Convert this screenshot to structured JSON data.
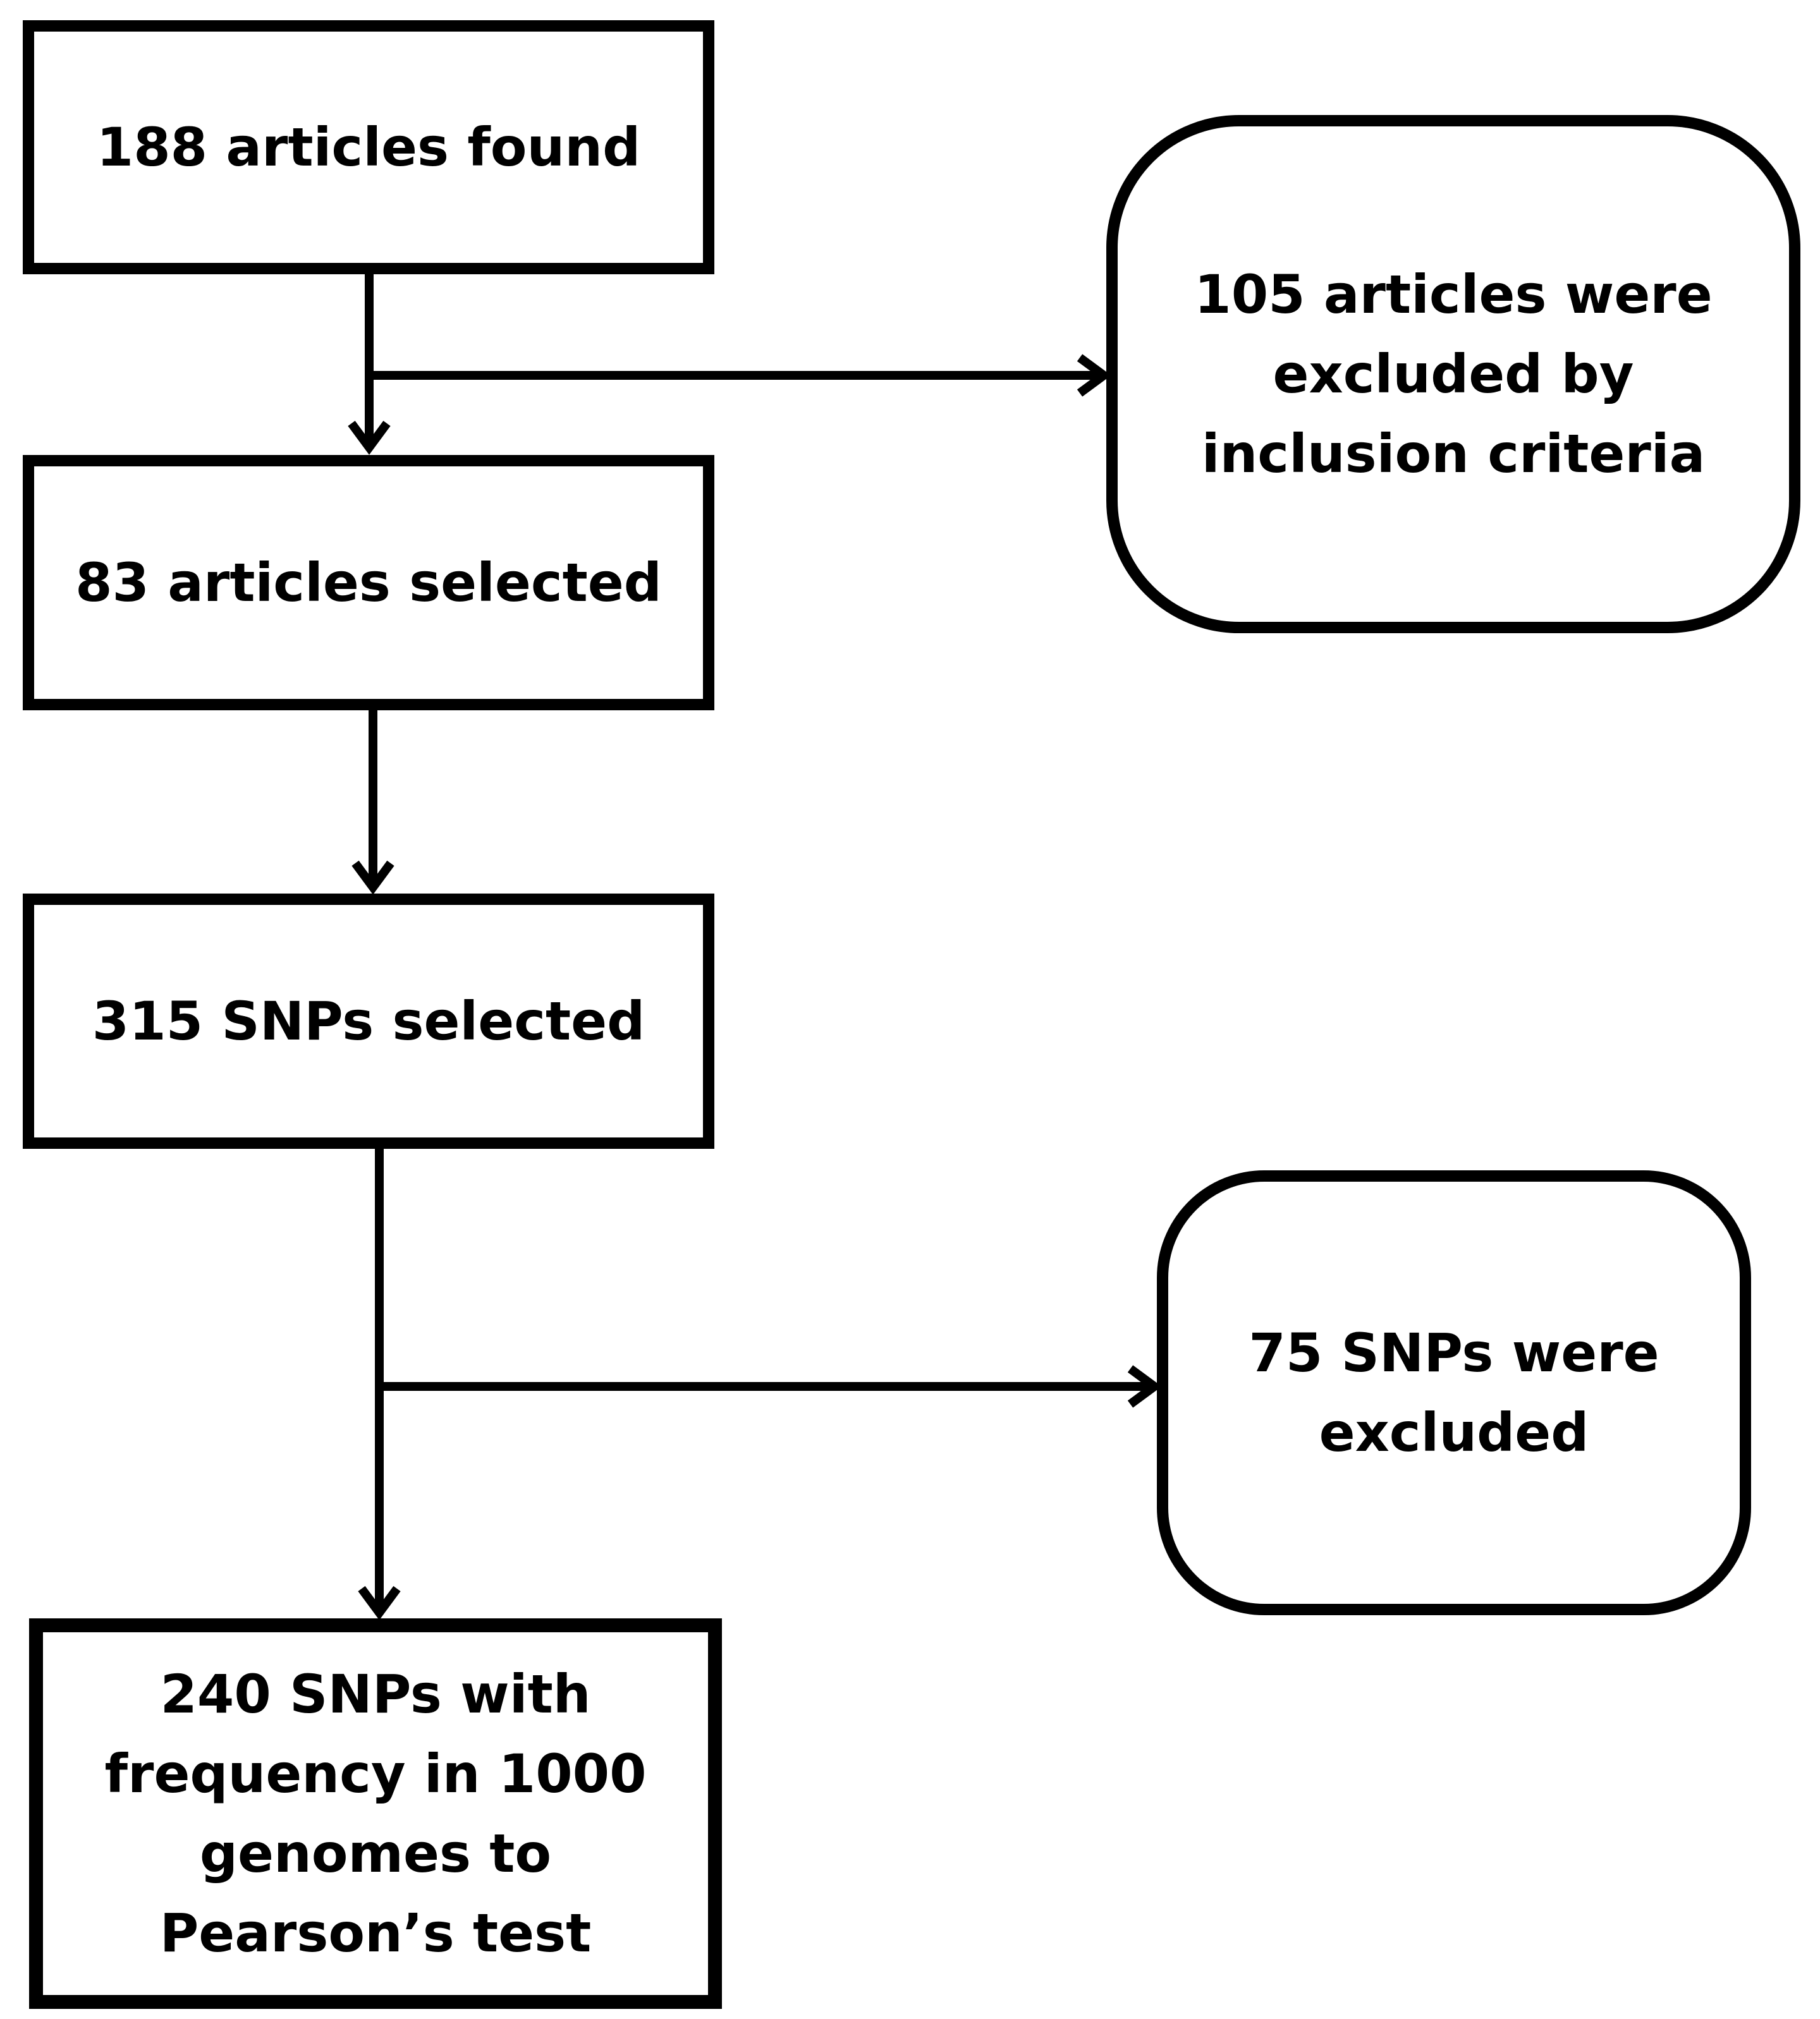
{
  "nodes": {
    "found": {
      "lines": [
        "188 articles found"
      ]
    },
    "excluded_articles": {
      "lines": [
        "105 articles were",
        "excluded by",
        "inclusion criteria"
      ]
    },
    "selected_articles": {
      "lines": [
        "83 articles selected"
      ]
    },
    "selected_snps": {
      "lines": [
        "315 SNPs selected"
      ]
    },
    "excluded_snps": {
      "lines": [
        "75 SNPs were",
        "excluded"
      ]
    },
    "final": {
      "lines": [
        "240 SNPs with",
        "frequency in 1000",
        "genomes to",
        "Pearson’s test"
      ]
    }
  },
  "edges": [
    {
      "from": "found",
      "to": "selected_articles"
    },
    {
      "from": "found",
      "to": "excluded_articles"
    },
    {
      "from": "selected_articles",
      "to": "selected_snps"
    },
    {
      "from": "selected_snps",
      "to": "final"
    },
    {
      "from": "selected_snps",
      "to": "excluded_snps"
    }
  ],
  "colors": {
    "stroke": "#000000",
    "fill": "#ffffff"
  }
}
